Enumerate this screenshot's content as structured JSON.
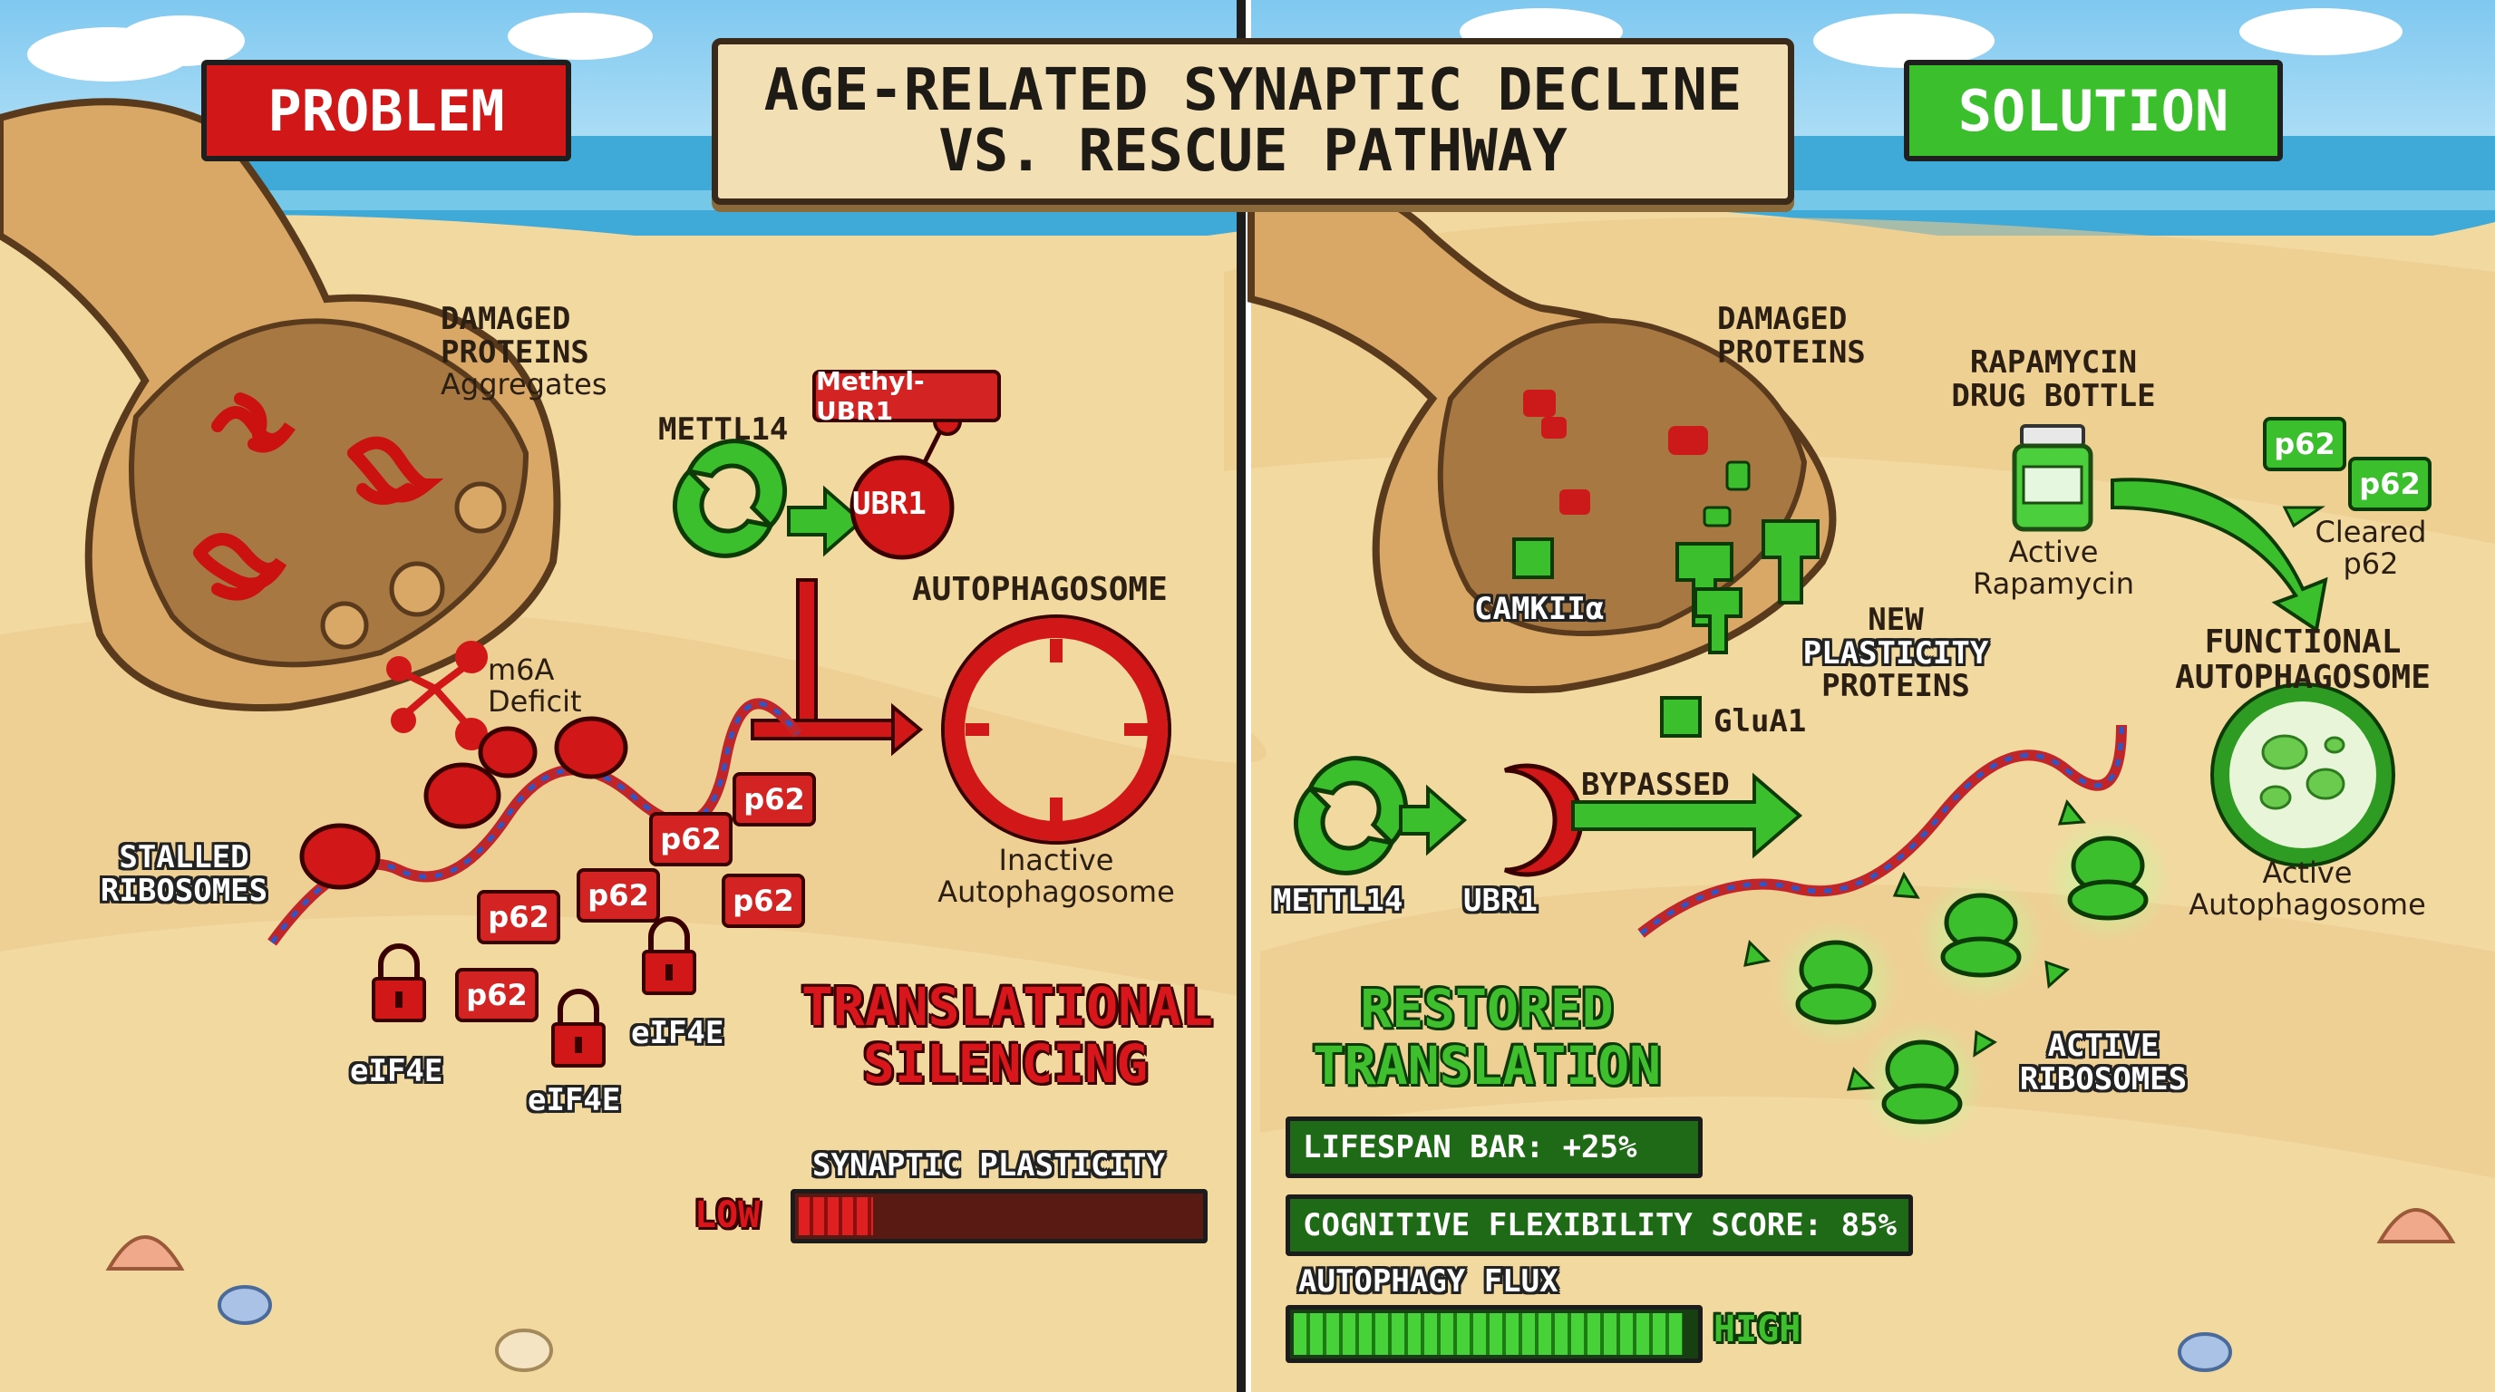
{
  "title": {
    "line1": "AGE-RELATED SYNAPTIC DECLINE",
    "line2": "VS. RESCUE PATHWAY"
  },
  "problem": {
    "banner": "PROBLEM",
    "damaged_proteins": {
      "line1": "DAMAGED",
      "line2": "PROTEINS",
      "line3": "Aggregates"
    },
    "mettl14": "METTL14",
    "methyl_ubr1": "Methyl-UBR1",
    "ubr1": "UBR1",
    "autophagosome": "AUTOPHAGOSOME",
    "inactive_autophagosome": {
      "line1": "Inactive",
      "line2": "Autophagosome"
    },
    "m6a_deficit": {
      "line1": "m6A",
      "line2": "Deficit"
    },
    "stalled_ribosomes": {
      "line1": "STALLED",
      "line2": "RIBOSOMES"
    },
    "p62_tags": [
      "p62",
      "p62",
      "p62",
      "p62",
      "p62",
      "p62"
    ],
    "eif4e_labels": [
      "eIF4E",
      "eIF4E",
      "eIF4E"
    ],
    "headline": {
      "line1": "TRANSLATIONAL",
      "line2": "SILENCING"
    },
    "plasticity": {
      "label": "SYNAPTIC PLASTICITY",
      "level": "LOW",
      "fill_fraction": 0.2
    }
  },
  "solution": {
    "banner": "SOLUTION",
    "damaged_proteins": {
      "line1": "DAMAGED",
      "line2": "PROTEINS"
    },
    "rapamycin_bottle": {
      "line1": "RAPAMYCIN",
      "line2": "DRUG BOTTLE"
    },
    "active_rapamycin": {
      "line1": "Active",
      "line2": "Rapamycin"
    },
    "p62_tags": [
      "p62",
      "p62"
    ],
    "cleared_p62": {
      "line1": "Cleared",
      "line2": "p62"
    },
    "functional_autophagosome": {
      "line1": "FUNCTIONAL",
      "line2": "AUTOPHAGOSOME"
    },
    "active_autophagosome": {
      "line1": "Active",
      "line2": "Autophagosome"
    },
    "camkii": "CAMKIIα",
    "new_plasticity": {
      "line1": "NEW",
      "line2": "PLASTICITY",
      "line3": "PROTEINS"
    },
    "glua1": "GluA1",
    "bypassed": "BYPASSED",
    "mettl14": "METTL14",
    "ubr1": "UBR1",
    "headline": {
      "line1": "RESTORED",
      "line2": "TRANSLATION"
    },
    "active_ribosomes": {
      "line1": "ACTIVE",
      "line2": "RIBOSOMES"
    },
    "lifespan_bar": "LIFESPAN BAR: +25%",
    "cognitive_bar": "COGNITIVE FLEXIBILITY SCORE: 85%",
    "cognitive_fraction": 0.85,
    "flux": {
      "label": "AUTOPHAGY FLUX",
      "level": "HIGH",
      "fill_fraction": 0.97
    }
  },
  "colors": {
    "problem_red": "#d32323",
    "solution_green": "#3cbf2d",
    "sand": "#f2d9a0",
    "sea": "#3fa9d8",
    "sky": "#8fd0f2"
  }
}
